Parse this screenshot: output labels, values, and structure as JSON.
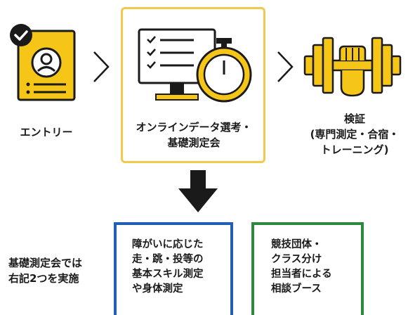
{
  "steps": {
    "entry": {
      "label": "エントリー",
      "icon": "profile-document-icon"
    },
    "online": {
      "label_line1": "オンラインデータ選考・",
      "label_line2": "基礎測定会",
      "icon": "monitor-stopwatch-icon"
    },
    "verify": {
      "label_line1": "検証",
      "label_line2": "(専門測定・合宿・",
      "label_line3": "トレーニング)",
      "icon": "dumbbell-icon"
    }
  },
  "note": {
    "line1": "基礎測定会では",
    "line2": "右記2つを実施"
  },
  "boxes": {
    "blue": {
      "lines": "障がいに応じた\n走・跳・投等の\n基本スキル測定\nや身体測定"
    },
    "green": {
      "lines": "競技団体・\nクラス分け\n担当者による\n相談ブース"
    }
  },
  "colors": {
    "accent_yellow": "#f5c518",
    "highlight_border": "#f2c94c",
    "blue_border": "#1f5fb5",
    "green_border": "#2b8a3e",
    "dark": "#1a1a1a"
  }
}
